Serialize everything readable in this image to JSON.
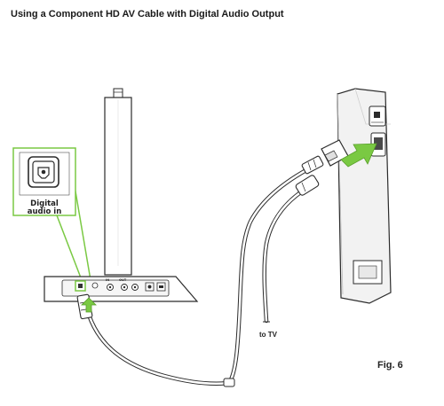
{
  "title": "Using a Component HD AV Cable with Digital Audio Output",
  "callout": {
    "label_line1": "Digital",
    "label_line2": "audio in"
  },
  "base_ports": {
    "in_label": "IN",
    "out_label": "OUT"
  },
  "cable_end_label": "to TV",
  "figure_label": "Fig. 6",
  "colors": {
    "accent_green": "#7ac943",
    "line": "#2b2b2b",
    "device_gray": "#f2f2f2"
  },
  "icons": {
    "arrow_console": "green-arrow-icon",
    "arrow_optical": "green-arrow-icon",
    "optical_port": "optical-port-icon"
  }
}
